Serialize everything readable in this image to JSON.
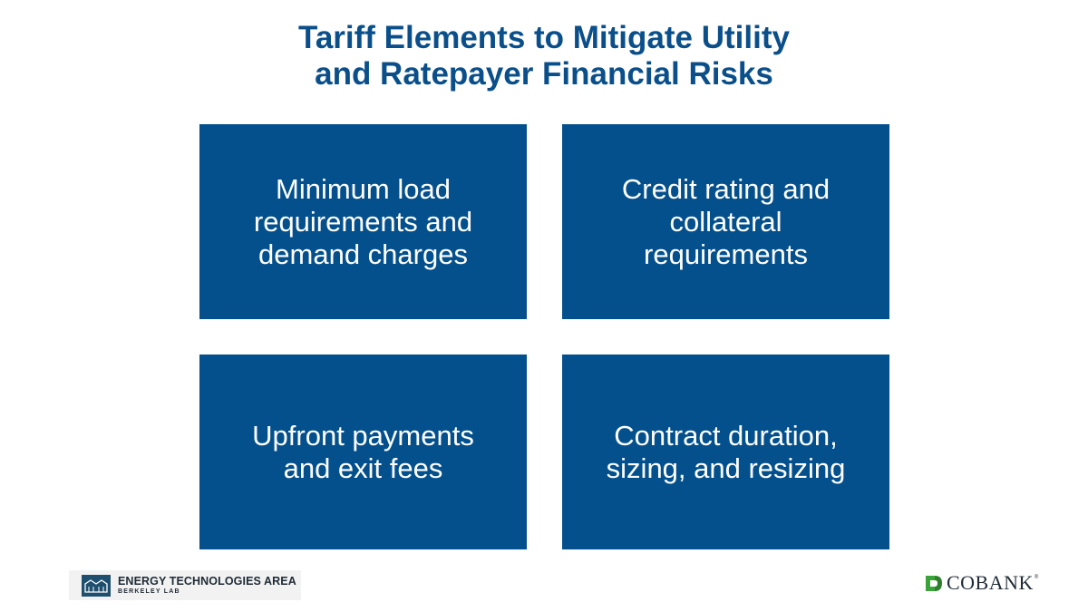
{
  "title": {
    "line1": "Tariff Elements to Mitigate Utility",
    "line2": "and Ratepayer Financial Risks"
  },
  "boxes": [
    {
      "text": "Minimum load\nrequirements and\ndemand charges"
    },
    {
      "text": "Credit rating and\ncollateral\nrequirements"
    },
    {
      "text": "Upfront payments\nand exit fees"
    },
    {
      "text": "Contract duration,\nsizing, and resizing"
    }
  ],
  "logos": {
    "left": {
      "main": "ENERGY TECHNOLOGIES AREA",
      "sub": "BERKELEY LAB",
      "icon": "building-icon"
    },
    "right": {
      "name": "COBANK",
      "tm": "®",
      "icon": "cobank-leaf-icon"
    }
  },
  "colors": {
    "title": "#0b4f8a",
    "box_fill": "#04508c",
    "box_text": "#ffffff",
    "cobank_green": "#3aa43a"
  }
}
